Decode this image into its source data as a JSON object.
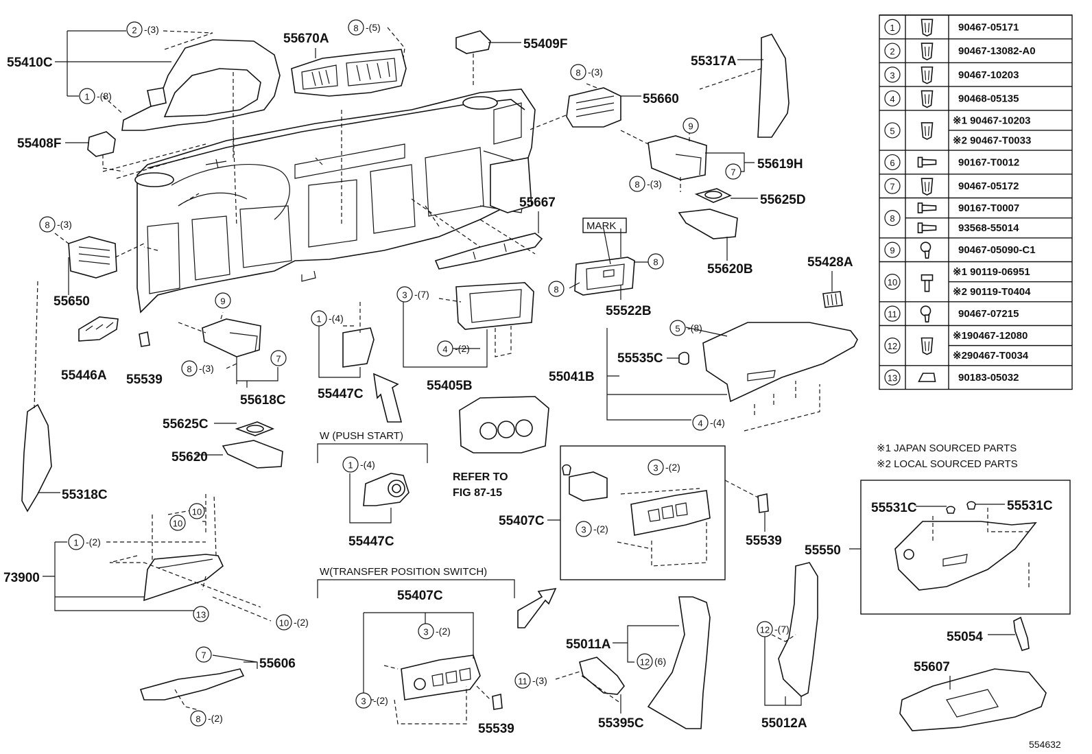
{
  "part_labels": {
    "p55410C": "55410C",
    "p55670A": "55670A",
    "p55409F": "55409F",
    "p55317A": "55317A",
    "p55660": "55660",
    "p55408F": "55408F",
    "p55619H": "55619H",
    "p55625D": "55625D",
    "p55667": "55667",
    "p55620B": "55620B",
    "p55650": "55650",
    "p55428A": "55428A",
    "p55522B": "55522B",
    "p55446A": "55446A",
    "p55539a": "55539",
    "p55618C": "55618C",
    "p55447Ca": "55447C",
    "p55405B": "55405B",
    "p55535C": "55535C",
    "p55041B": "55041B",
    "p55625C": "55625C",
    "p55620": "55620",
    "p55318C": "55318C",
    "p55447Cb": "55447C",
    "p55407Ca": "55407C",
    "p55539b": "55539",
    "p73900": "73900",
    "p55407Cb": "55407C",
    "p55011A": "55011A",
    "p55606": "55606",
    "p55539c": "55539",
    "p55395C": "55395C",
    "p55012A": "55012A",
    "p55531Ca": "55531C",
    "p55531Cb": "55531C",
    "p55550": "55550",
    "p55054": "55054",
    "p55607": "55607"
  },
  "callouts": {
    "c_2_3": {
      "num": "2",
      "qty": "-(3)"
    },
    "c_1_8": {
      "num": "1",
      "qty": "-(8)"
    },
    "c_8_5": {
      "num": "8",
      "qty": "-(5)"
    },
    "c_8_3_vent": {
      "num": "8",
      "qty": "-(3)"
    },
    "c_9_top": {
      "num": "9",
      "qty": ""
    },
    "c_7_top": {
      "num": "7",
      "qty": ""
    },
    "c_8_3_right": {
      "num": "8",
      "qty": "-(3)"
    },
    "c_8_3_left": {
      "num": "8",
      "qty": "-(3)"
    },
    "c_8_mark_r": {
      "num": "8",
      "qty": ""
    },
    "c_8_mark_l": {
      "num": "8",
      "qty": ""
    },
    "c_9_mid": {
      "num": "9",
      "qty": ""
    },
    "c_8_3_mid": {
      "num": "8",
      "qty": "-(3)"
    },
    "c_7_mid": {
      "num": "7",
      "qty": ""
    },
    "c_1_4_a": {
      "num": "1",
      "qty": "-(4)"
    },
    "c_3_7": {
      "num": "3",
      "qty": "-(7)"
    },
    "c_4_2": {
      "num": "4",
      "qty": "-(2)"
    },
    "c_5_8": {
      "num": "5",
      "qty": "-(8)"
    },
    "c_4_4": {
      "num": "4",
      "qty": "-(4)"
    },
    "c_1_4_b": {
      "num": "1",
      "qty": "-(4)"
    },
    "c_3_2_box_a": {
      "num": "3",
      "qty": "-(2)"
    },
    "c_3_2_box_b": {
      "num": "3",
      "qty": "-(2)"
    },
    "c_10_a": {
      "num": "10",
      "qty": ""
    },
    "c_10_b": {
      "num": "10",
      "qty": ""
    },
    "c_1_2": {
      "num": "1",
      "qty": "-(2)"
    },
    "c_13": {
      "num": "13",
      "qty": ""
    },
    "c_10_2": {
      "num": "10",
      "qty": "-(2)"
    },
    "c_3_2_tps_a": {
      "num": "3",
      "qty": "-(2)"
    },
    "c_3_2_tps_b": {
      "num": "3",
      "qty": "-(2)"
    },
    "c_7_bot": {
      "num": "7",
      "qty": ""
    },
    "c_8_2": {
      "num": "8",
      "qty": "-(2)"
    },
    "c_11_3": {
      "num": "11",
      "qty": "-(3)"
    },
    "c_12_6": {
      "num": "12",
      "qty": "(6)"
    },
    "c_12_7": {
      "num": "12",
      "qty": "-(7)"
    }
  },
  "notes": {
    "mark": "MARK",
    "push_start": "W (PUSH START)",
    "refer_1": "REFER TO",
    "refer_2": "FIG 87-15",
    "tps": "W(TRANSFER POSITION SWITCH)",
    "foot_1": "※1  JAPAN SOURCED PARTS",
    "foot_2": "※2  LOCAL SOURCED PARTS",
    "figure_no": "554632"
  },
  "fastener_table": [
    {
      "no": "1",
      "icon": "clip-icon",
      "parts": [
        "90467-05171"
      ]
    },
    {
      "no": "2",
      "icon": "clip-icon",
      "parts": [
        "90467-13082-A0"
      ]
    },
    {
      "no": "3",
      "icon": "clip-icon",
      "parts": [
        "90467-10203"
      ]
    },
    {
      "no": "4",
      "icon": "clip-icon",
      "parts": [
        "90468-05135"
      ]
    },
    {
      "no": "5",
      "icon": "clip-icon",
      "parts": [
        "※1 90467-10203",
        "※2 90467-T0033"
      ]
    },
    {
      "no": "6",
      "icon": "screw-icon",
      "parts": [
        "90167-T0012"
      ]
    },
    {
      "no": "7",
      "icon": "clip-icon",
      "parts": [
        "90467-05172"
      ]
    },
    {
      "no": "8",
      "icon": "screw-icon",
      "parts": [
        "90167-T0007",
        "93568-55014"
      ]
    },
    {
      "no": "9",
      "icon": "push-rivet-icon",
      "parts": [
        "90467-05090-C1"
      ]
    },
    {
      "no": "10",
      "icon": "bolt-icon",
      "parts": [
        "※1 90119-06951",
        "※2 90119-T0404"
      ]
    },
    {
      "no": "11",
      "icon": "push-rivet-icon",
      "parts": [
        "90467-07215"
      ]
    },
    {
      "no": "12",
      "icon": "clip-icon",
      "parts": [
        "※190467-12080",
        "※290467-T0034"
      ]
    },
    {
      "no": "13",
      "icon": "nut-clip-icon",
      "parts": [
        "90183-05032"
      ]
    }
  ]
}
